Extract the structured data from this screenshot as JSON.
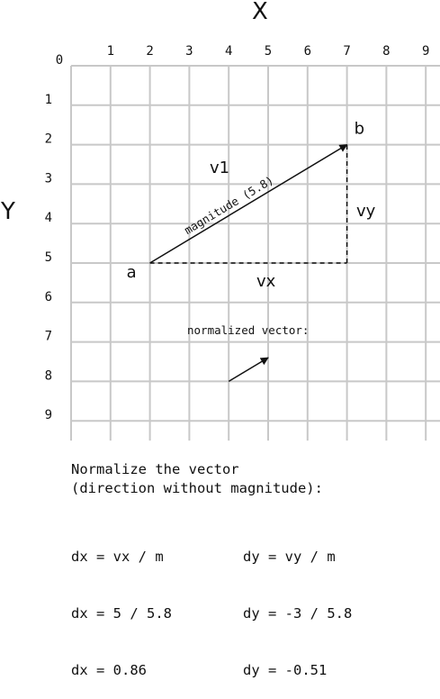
{
  "axes": {
    "x_title": "X",
    "y_title": "Y",
    "x_ticks": [
      "0",
      "1",
      "2",
      "3",
      "4",
      "5",
      "6",
      "7",
      "8",
      "9"
    ],
    "y_ticks": [
      "1",
      "2",
      "3",
      "4",
      "5",
      "6",
      "7",
      "8",
      "9"
    ],
    "x_range": [
      0,
      9.5
    ],
    "y_range": [
      0,
      9.5
    ],
    "grid": true
  },
  "points": {
    "a": {
      "label": "a",
      "x": 2,
      "y": 5
    },
    "b": {
      "label": "b",
      "x": 7,
      "y": 2
    }
  },
  "labels": {
    "vector_name": "v1",
    "magnitude": "magnitude (5.8)",
    "vx": "vx",
    "vy": "vy",
    "normalized_title": "normalized vector:"
  },
  "normalized_vector": {
    "x1": 4,
    "y1": 8,
    "x2": 5,
    "y2": 7.4
  },
  "caption": {
    "line1": "Normalize the vector",
    "line2": "(direction without magnitude):"
  },
  "formulas": {
    "dx": [
      "dx = vx / m",
      "dx = 5 / 5.8",
      "dx = 0.86"
    ],
    "dy": [
      "dy = vy / m",
      "dy = -3 / 5.8",
      "dy = -0.51"
    ]
  },
  "colors": {
    "grid": "#c8c8c8",
    "ink": "#111111"
  }
}
